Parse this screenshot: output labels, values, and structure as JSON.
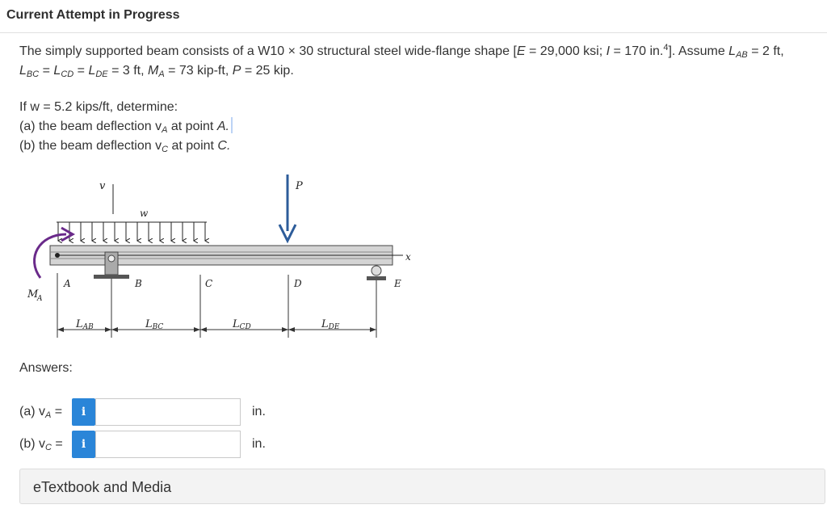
{
  "header": {
    "title": "Current Attempt in Progress"
  },
  "problem": {
    "intro": "The simply supported beam consists of a W10 × 30 structural steel wide-flange shape [",
    "E_sym": "E",
    "E_val": " = 29,000 ksi; ",
    "I_sym": "I",
    "I_val": " = 170 in.",
    "I_exp": "4",
    "close": "]. Assume ",
    "L": "L",
    "AB": "AB",
    "AB_val": " = 2 ft,",
    "BC": "BC",
    "eq": " = ",
    "CD": "CD",
    "DE": "DE",
    "len_val": " = 3 ft, ",
    "M": "M",
    "A": "A",
    "M_val": " = 73 kip-ft, ",
    "P": "P",
    "P_val": " = 25 kip."
  },
  "question": {
    "load": "If w = 5.2 kips/ft, determine:",
    "a_pre": "(a) the beam deflection v",
    "a_sub": "A",
    "a_post": " at point ",
    "a_pt": "A.",
    "b_pre": "(b) the beam deflection v",
    "b_sub": "C",
    "b_post": " at point ",
    "b_pt": "C."
  },
  "figure": {
    "v": "v",
    "w": "w",
    "P": "P",
    "x": "x",
    "MA": "M",
    "MA_sub": "A",
    "A": "A",
    "B": "B",
    "C": "C",
    "D": "D",
    "E": "E",
    "L": "L",
    "LAB": "AB",
    "LBC": "BC",
    "LCD": "CD",
    "LDE": "DE",
    "colors": {
      "arrow_blue": "#2d5c9a",
      "moment_purple": "#6a2a8a",
      "beam": "#d4d4d4"
    }
  },
  "answers": {
    "label": "Answers:",
    "a_label": "(a) v",
    "a_sub": "A",
    "b_label": "(b) v",
    "b_sub": "C",
    "eq": " =",
    "a_value": "",
    "b_value": "",
    "info": "i",
    "unit": "in."
  },
  "etextbook": {
    "label": "eTextbook and Media"
  }
}
